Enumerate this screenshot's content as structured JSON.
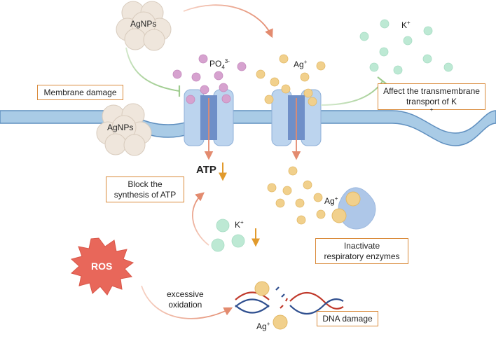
{
  "labels": {
    "agnps_top": "AgNPs",
    "agnps_membrane": "AgNPs",
    "po4_main": "PO",
    "po4_sub": "4",
    "po4_sup": "3-",
    "ag_top_main": "Ag",
    "ag_top_sup": "+",
    "k_top_main": "K",
    "k_top_sup": "+",
    "atp": "ATP",
    "ag_enzyme_main": "Ag",
    "ag_enzyme_sup": "+",
    "k_bottom_main": "K",
    "k_bottom_sup": "+",
    "ros": "ROS",
    "excessive_line1": "excessive",
    "excessive_line2": "oxidation",
    "ag_dna_main": "Ag",
    "ag_dna_sup": "+"
  },
  "boxes": {
    "membrane_damage": "Membrane damage",
    "transport_line1": "Affect the transmembrane",
    "transport_line2_main": "transport of K",
    "transport_line2_sup": "+",
    "block_line1": "Block the",
    "block_line2": "synthesis of ATP",
    "inactivate_line1": "Inactivate",
    "inactivate_line2": "respiratory enzymes",
    "dna_damage": "DNA damage"
  },
  "colors": {
    "membrane_fill": "#a9cbe6",
    "membrane_stroke": "#5f8fbf",
    "channel_fill": "#bcd4ee",
    "channel_core": "#6f8fc8",
    "agnp_fill": "#efe6dc",
    "agnp_stroke": "#d8cbbd",
    "po4_dot": "#d6a2cf",
    "ag_dot": "#f1d08c",
    "k_dot": "#bde9d4",
    "box_border": "#d98a3a",
    "arrow_orange": "#e19a2c",
    "arrow_salmon": "#e38b6f",
    "inhibit_green": "#9fcc8f",
    "ros_fill": "#e8675a",
    "enzyme_fill": "#aec7e8",
    "dna_red": "#c0392b",
    "dna_blue": "#2f4f8f"
  }
}
